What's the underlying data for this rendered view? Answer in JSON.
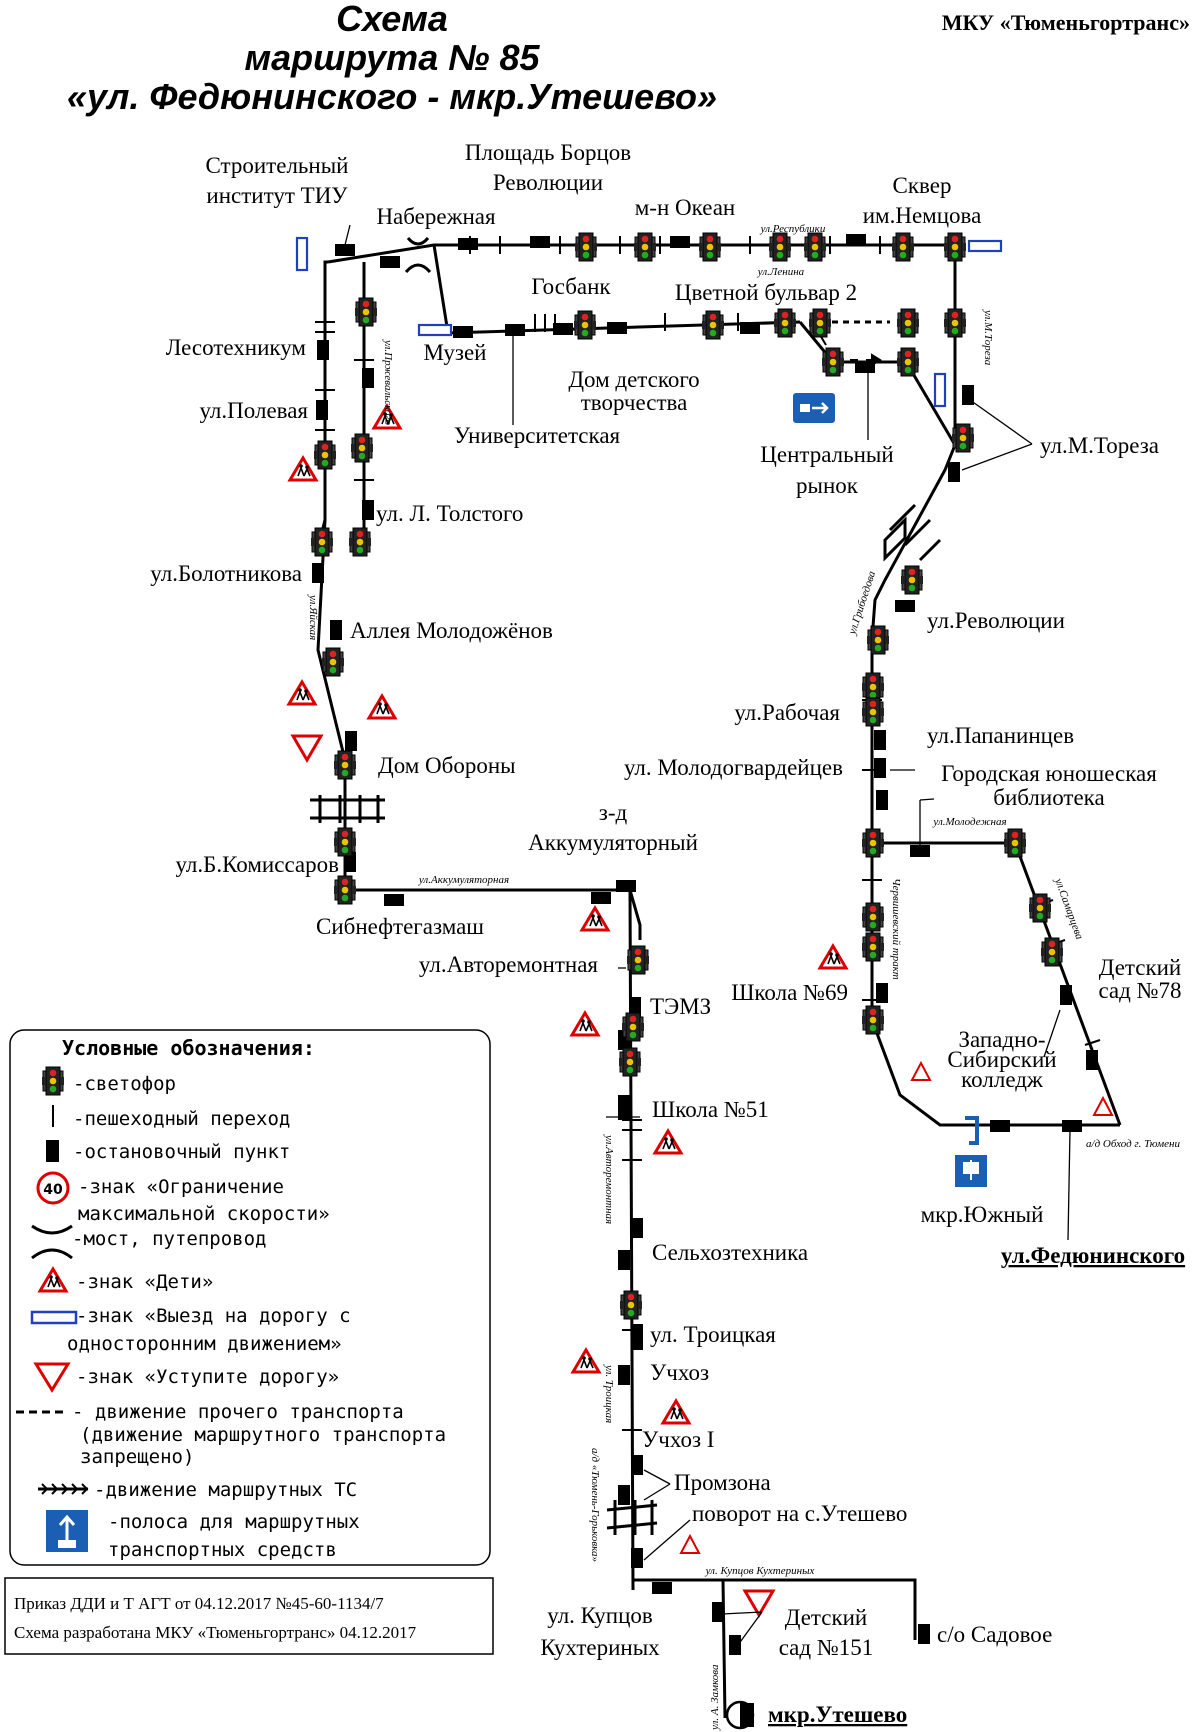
{
  "header": {
    "title_line1": "Схема",
    "title_line2": "маршрута № 85",
    "title_line3": "«ул. Федюнинского - мкр.Утешево»",
    "organization": "МКУ «Тюменьгортранс»"
  },
  "stops": {
    "stroitelny": [
      "Строительный",
      "институт ТИУ"
    ],
    "naberezhnaya": "Набережная",
    "ploshchad": [
      "Площадь Борцов",
      "Революции"
    ],
    "okean": "м-н Океан",
    "skver": [
      "Сквер",
      "им.Немцова"
    ],
    "gosbank": "Госбанк",
    "tsvetnoy": "Цветной бульвар 2",
    "muzey": "Музей",
    "lesotekhnikum": "Лесотехникум",
    "polevaya": "ул.Полевая",
    "dom_tvorchestva": [
      "Дом детского",
      "творчества"
    ],
    "universitetskaya": "Университетская",
    "tsentralny": [
      "Центральный",
      "рынок"
    ],
    "toreza": "ул.М.Тореза",
    "tolstogo": "ул. Л. Толстого",
    "bolotnikova": "ул.Болотникова",
    "alleya": "Аллея Молодожёнов",
    "revolyutsii": "ул.Революции",
    "rabochaya": "ул.Рабочая",
    "papanintsev": "ул.Папанинцев",
    "molodogvardeytsev": "ул. Молодогвардейцев",
    "biblioteka": [
      "Городская юношеская",
      "библиотека"
    ],
    "dom_oborony": "Дом Обороны",
    "akkumulyatorny": [
      "з-д",
      "Аккумуляторный"
    ],
    "komissarov": "ул.Б.Комиссаров",
    "sibneftegazmash": "Сибнефтегазмаш",
    "avtoremontnaya": "ул.Авторемонтная",
    "temz": "ТЭМЗ",
    "detsad78": [
      "Детский",
      "сад №78"
    ],
    "shkola69": "Школа №69",
    "kolledzh": [
      "Западно-",
      "Сибирский",
      "колледж"
    ],
    "shkola51": "Школа №51",
    "yuzhny": "мкр.Южный",
    "fedyuninskogo": "ул.Федюнинского",
    "selkhoztekhnika": "Сельхозтехника",
    "troitskaya": "ул. Троицкая",
    "uchkhoz": "Учхоз",
    "uchkhoz1": "Учхоз I",
    "promzona": "Промзона",
    "povorot": "поворот на с.Утешево",
    "kuptsov": [
      "ул. Купцов",
      "Кухтериных"
    ],
    "detsad151": [
      "Детский",
      "сад №151"
    ],
    "sadovoe": "с/о Садовое",
    "utyeshevo": "мкр.Утешево"
  },
  "streets": {
    "respubliki": "ул.Республики",
    "lenina": "ул.Ленина",
    "pirogova": "ул.Пржевальского",
    "mtoreza": "ул.М.Тореза",
    "yaskaya": "ул.Яйская",
    "trinadtsataya": "ул.Грибоедова",
    "molodezhnaya": "ул.Молодежная",
    "akkumulyatornaya": "ул.Аккумуляторная",
    "chervishevsky": "Червишевский тракт",
    "smolnaya": "ул.Самарцева",
    "avtoremontnaya_v": "ул.Авторемонтная",
    "troitskaya_v": "ул. Троицкая",
    "obkhod": "а/д Обход г. Тюмени",
    "tyumen_gorkovka": "а/д «Тюмень-Горьковка»",
    "kuptsov_street": "ул. Купцов Кухтериных",
    "zamkova": "ул. А. Замкова"
  },
  "legend": {
    "title": "Условные обозначения:",
    "traffic_light": "-светофор",
    "crossing": "-пешеходный переход",
    "stop": "-остановочный пункт",
    "speed_value": "40",
    "speed_line1": "-знак «Ограничение",
    "speed_line2": "максимальной скорости»",
    "bridge": "-мост, путепровод",
    "children": "-знак «Дети»",
    "oneway_line1": "-знак «Выезд на дорогу с",
    "oneway_line2": "односторонним движением»",
    "yield": "-знак «Уступите дорогу»",
    "other_line1": "- движение прочего транспорта",
    "other_line2": "(движение маршрутного транспорта",
    "other_line3": "запрещено)",
    "route_tc": "-движение маршрутных ТС",
    "buslane_line1": "-полоса для маршрутных",
    "buslane_line2": "транспортных средств"
  },
  "footer": {
    "line1": "Приказ ДДИ и Т АГТ от 04.12.2017 №45-60-1134/7",
    "line2": "Схема разработана МКУ «Тюменьгортранс» 04.12.2017"
  }
}
